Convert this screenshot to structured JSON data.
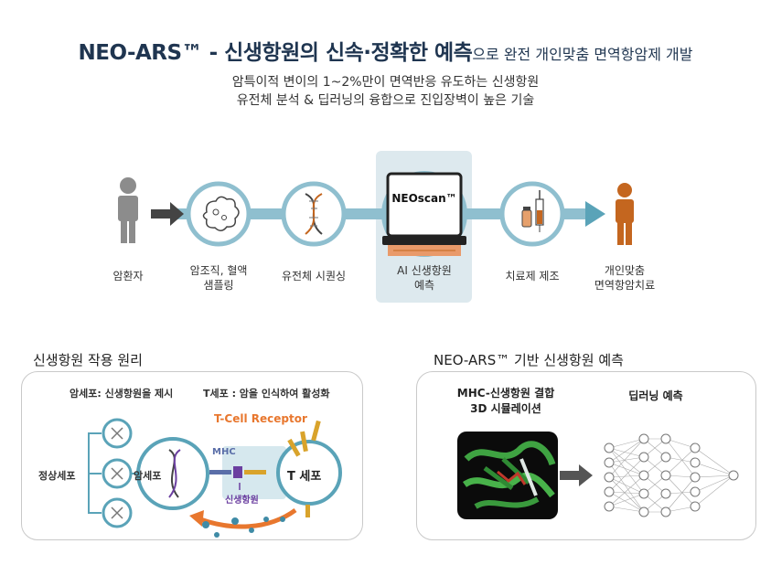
{
  "header": {
    "title_main": "NEO-ARS™ - 신생항원의 신속·정확한 예측",
    "title_suffix": "으로 완전 개인맞춤 면역항암제 개발",
    "subtitle_line1": "암특이적 변이의 1~2%만이 면역반응 유도하는 신생항원",
    "subtitle_line2": "유전체 분석 & 딥러닝의 융합으로 진입장벽이 높은 기술"
  },
  "colors": {
    "navy": "#1f3550",
    "teal": "#5aa3b8",
    "teal_light": "#d6e8ee",
    "orange": "#c4661f",
    "gray_figure": "#8c8c8c",
    "purple": "#6b3fa0",
    "gold": "#d9a32b"
  },
  "pipeline": {
    "steps": [
      {
        "label": "암환자",
        "icon": "patient-icon"
      },
      {
        "label_line1": "암조직, 혈액",
        "label_line2": "샘플링",
        "icon": "tissue-icon"
      },
      {
        "label": "유전체 시퀀싱",
        "icon": "dna-icon"
      },
      {
        "label_line1": "AI 신생항원",
        "label_line2": "예측",
        "icon": "computer-icon",
        "screen_text": "NEOscan™"
      },
      {
        "label": "치료제 제조",
        "icon": "vial-syringe-icon"
      },
      {
        "label_line1": "개인맞춤",
        "label_line2": "면역항암치료",
        "icon": "treated-patient-icon"
      }
    ]
  },
  "left_section": {
    "title": "신생항원 작용 원리",
    "caption_left": "암세포: 신생항원을 제시",
    "caption_right": "T세포 : 암을 인식하여 활성화",
    "normal_cell_label": "정상세포",
    "cancer_cell_label": "암세포",
    "t_cell_label": "T 세포",
    "receptor_label": "T-Cell Receptor",
    "mhc_label": "MHC",
    "neoantigen_label": "신생항원"
  },
  "right_section": {
    "title": "NEO-ARS™ 기반 신생항원 예측",
    "sim_label_line1": "MHC-신생항원 결합",
    "sim_label_line2": "3D 시뮬레이션",
    "dl_label": "딥러닝 예측"
  }
}
